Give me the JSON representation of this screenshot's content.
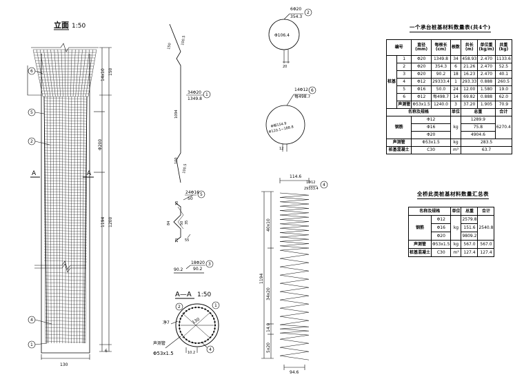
{
  "elevation": {
    "title": "立面",
    "scale": "1:50",
    "section_mark": "A",
    "dim_top": "150",
    "dim_spiral_top": "14x10",
    "dim_mid": "Φ200",
    "dim_total1": "1194",
    "dim_total2": "1200",
    "dim_bottom": "6",
    "dim_width": "130"
  },
  "callouts": [
    "1",
    "2",
    "3",
    "4",
    "5",
    "6"
  ],
  "bar1": {
    "label": "34Φ20",
    "len": "1349.8",
    "d1": "150",
    "d2": "100.5",
    "d3": "1094",
    "d4": "100",
    "d5": "100.5"
  },
  "bar2": {
    "label": "6Φ20",
    "len": "354.3",
    "circle": "Φ106.4",
    "gap": "20"
  },
  "bar6": {
    "label": "14Φ12",
    "len": "每498.7",
    "c1": "Φ每154.9",
    "c2": "Φ120.1~188.8",
    "gap": "12"
  },
  "bar5": {
    "label": "24Φ16",
    "len": "50",
    "d1": "10",
    "d2": "84",
    "d3": "50",
    "d4": "10",
    "d5": "35",
    "d6": "55"
  },
  "bar3": {
    "label": "18Φ20",
    "len": "90.2",
    "dim": "90.2"
  },
  "section": {
    "title": "A—A",
    "scale": "1:50",
    "dim": "130",
    "gap1": "10.2",
    "label_jing": "净7",
    "tube_label": "声测管",
    "tube_spec": "Φ53x1.5"
  },
  "spiral": {
    "label": "1Φ12",
    "len": "29333.4",
    "top": "114.6",
    "bottom": "94.6",
    "total": "1194",
    "seg1": "40x10",
    "seg2": "34x20",
    "seg3": "14.0",
    "seg4": "5x20"
  },
  "table1": {
    "title": "一个承台桩基材料数量表(共4个)",
    "headers": [
      "编号",
      "直径\n(mm)",
      "每根长\n(cm)",
      "根数",
      "共长\n(m)",
      "单位重\n(kg/m)",
      "共重\n(kg)"
    ],
    "group": "桩基",
    "rows": [
      [
        "1",
        "Φ20",
        "1349.8",
        "34",
        "458.93",
        "2.470",
        "1133.6"
      ],
      [
        "2",
        "Φ20",
        "354.3",
        "6",
        "21.26",
        "2.470",
        "52.5"
      ],
      [
        "3",
        "Φ20",
        "90.2",
        "18",
        "16.23",
        "2.470",
        "40.1"
      ],
      [
        "4",
        "Φ12",
        "29333.4",
        "1",
        "293.33",
        "0.888",
        "260.5"
      ],
      [
        "5",
        "Φ16",
        "50.0",
        "24",
        "12.00",
        "1.580",
        "19.0"
      ],
      [
        "6",
        "Φ12",
        "每498.7",
        "14",
        "69.82",
        "0.888",
        "62.0"
      ]
    ],
    "tube_row": [
      "声测管",
      "Φ53x1.5",
      "1240.0",
      "3",
      "37.20",
      "1.905",
      "70.9"
    ],
    "sum_headers": [
      "名称及规格",
      "单位",
      "总重",
      "合计"
    ],
    "steel_label": "钢筋",
    "steel": [
      [
        "Φ12",
        "1289.9"
      ],
      [
        "Φ16",
        "75.8"
      ],
      [
        "Φ20",
        "4904.6"
      ]
    ],
    "steel_unit": "kg",
    "steel_total": "6270.4",
    "tube": [
      "声测管",
      "Φ53x1.5",
      "kg",
      "283.5"
    ],
    "concrete": [
      "桩基混凝土",
      "C30",
      "m³",
      "63.7"
    ]
  },
  "table2": {
    "title": "全桥此类桩基材料数量汇总表",
    "headers": [
      "名称及规格",
      "单位",
      "总重",
      "合计"
    ],
    "steel_label": "钢筋",
    "steel": [
      [
        "Φ12",
        "2579.8"
      ],
      [
        "Φ16",
        "151.6"
      ],
      [
        "Φ20",
        "9809.2"
      ]
    ],
    "steel_unit": "kg",
    "steel_total": "2540.8",
    "tube": [
      "声测管",
      "Φ53x1.5",
      "kg",
      "567.0",
      "567.0"
    ],
    "concrete": [
      "桩基混凝土",
      "C30",
      "m³",
      "127.4",
      "127.4"
    ]
  }
}
